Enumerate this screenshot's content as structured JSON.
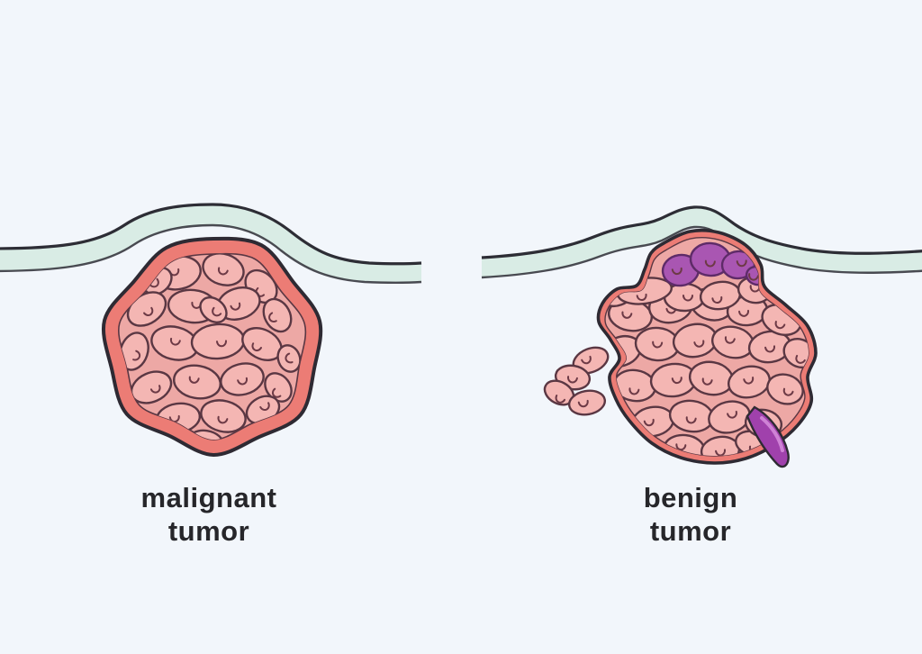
{
  "figure": {
    "description": "Medical illustration comparing two tumor masses under an epithelial membrane",
    "panels": [
      {
        "id": "malignant",
        "label_line1": "malignant",
        "label_line2": "tumor"
      },
      {
        "id": "benign",
        "label_line1": "benign",
        "label_line2": "tumor"
      }
    ]
  },
  "colors": {
    "background": "#f2f6fb",
    "skin_fill": "#d9ece5",
    "skin_outline": "#2d2d35",
    "capsule_fill": "#ec7c75",
    "tumor_matrix_fill": "#eda8a5",
    "cell_fill": "#f4b6b3",
    "cell_outline": "#5a3743",
    "nucleus_mark": "#6d3a46",
    "atypical_cell_fill": "#a956b2",
    "atypical_cell_outline": "#5e2b68",
    "invasion_fill": "#a041ac",
    "invasion_highlight": "#cf82d6",
    "ink": "#2e2a33",
    "label_color": "#26262a"
  }
}
